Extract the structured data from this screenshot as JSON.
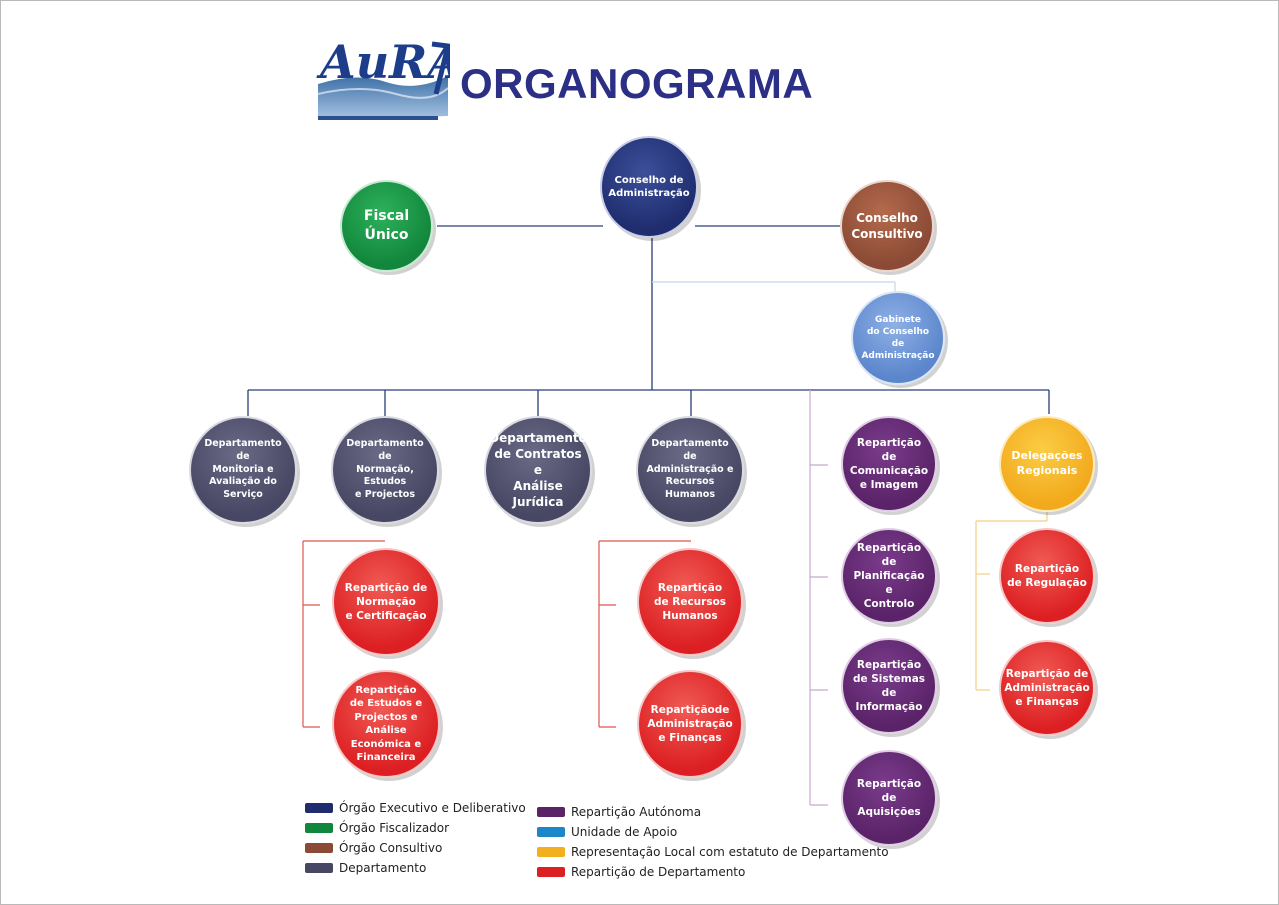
{
  "title": "ORGANOGRAMA",
  "logo": {
    "text": "AuRA"
  },
  "colors": {
    "executivo": "#1f2d6e",
    "fiscalizador": "#12863c",
    "consultivo": "#8a4a35",
    "departamento": "#474764",
    "autonoma": "#5a2368",
    "apoio": "#1b87c9",
    "representacao": "#f2b01e",
    "reparticao": "#dc1f22"
  },
  "nodes": {
    "conselho_admin": "Conselho de\nAdministração",
    "fiscal": "Fiscal\nÚnico",
    "conselho_consultivo": "Conselho\nConsultivo",
    "gabinete": "Gabinete\ndo Conselho\nde Administração",
    "dep_monitoria": "Departamento de\nMonitoria e\nAvaliação do\nServiço",
    "dep_normacao": "Departamento de\nNormação, Estudos\ne Projectos",
    "dep_contratos": "Departamento\nde Contratos e\nAnálise Jurídica",
    "dep_admin_rh": "Departamento de\nAdministração e\nRecursos Humanos",
    "rep_comunicacao": "Repartição\nde Comunicação\ne Imagem",
    "delegacoes": "Delegações\nRegionais",
    "rep_normacao_cert": "Repartição de\nNormação\ne Certificação",
    "rep_estudos": "Repartição\nde Estudos e\nProjectos e\nAnálise\nEconómica e\nFinanceira",
    "rep_rh": "Repartição\nde Recursos\nHumanos",
    "rep_admin_fin": "Repartiçãode\nAdministração\ne Finanças",
    "rep_planificacao": "Repartição de\nPlanificação e\nControlo",
    "rep_sistemas": "Repartição\nde Sistemas de\nInformação",
    "rep_aquisicoes": "Repartição\nde Aquisições",
    "rep_regulacao": "Repartição\nde Regulação",
    "rep_admin_fin_reg": "Repartição de\nAdministração\ne Finanças"
  },
  "legend": {
    "left": [
      {
        "label": "Órgão Executivo e Deliberativo",
        "color": "#1f2d6e"
      },
      {
        "label": "Órgão Fiscalizador",
        "color": "#12863c"
      },
      {
        "label": "Órgão Consultivo",
        "color": "#8a4a35"
      },
      {
        "label": "Departamento",
        "color": "#474764"
      }
    ],
    "right": [
      {
        "label": "Repartição Autónoma",
        "color": "#5a2368"
      },
      {
        "label": "Unidade de Apoio",
        "color": "#1b87c9"
      },
      {
        "label": "Representação Local com estatuto de  Departamento",
        "color": "#f2b01e"
      },
      {
        "label": "Repartição de Departamento",
        "color": "#dc1f22"
      }
    ]
  }
}
